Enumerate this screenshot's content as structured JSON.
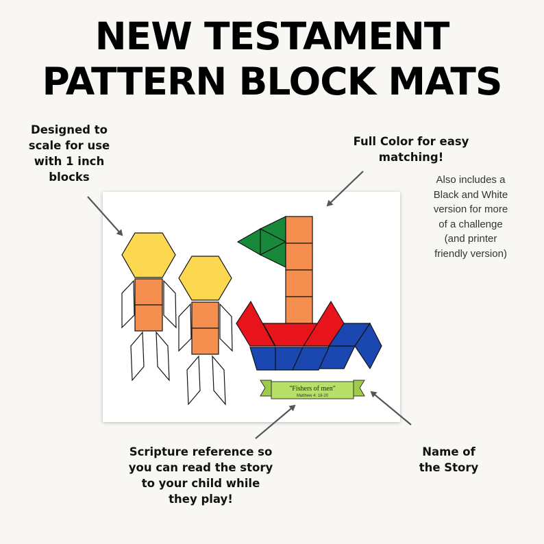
{
  "title": {
    "line1": "NEW TESTAMENT",
    "line2": "PATTERN BLOCK MATS"
  },
  "callouts": {
    "scale": [
      "Designed to",
      "scale for use",
      "with 1 inch",
      "blocks"
    ],
    "color": [
      "Full Color for easy",
      "matching!"
    ],
    "bw": [
      "Also includes a",
      "Black and White",
      "version for more",
      "of a challenge",
      "(and printer",
      "friendly version)"
    ],
    "scripture": [
      "Scripture reference so",
      "you can read the story",
      "to your child while",
      "they play!"
    ],
    "name": [
      "Name of",
      "the Story"
    ]
  },
  "mat": {
    "banner_title": "\"Fishers of men\"",
    "banner_ref": "Matthew 4: 18-20"
  },
  "colors": {
    "hexagon": "#fcd850",
    "square": "#f58f4f",
    "triangle": "#18893a",
    "trapezoid": "#e8141c",
    "rhombus": "#1a48b0",
    "banner": "#b8e068",
    "background": "#f8f7f3"
  }
}
